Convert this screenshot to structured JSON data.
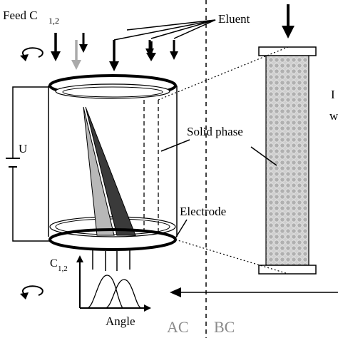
{
  "labels": {
    "feed": "Feed C",
    "feed_sub": "1,2",
    "eluent": "Eluent",
    "solid_phase": "Solid phase",
    "voltage": "U",
    "electrode": "Electrode",
    "conc": "C",
    "conc_sub": "1,2",
    "angle": "Angle",
    "ac": "AC",
    "bc": "BC",
    "cut_right_1": "I",
    "cut_right_2": "w"
  },
  "colors": {
    "ink": "#000000",
    "gray_arrow": "#aaaaaa",
    "light_band": "#b8b8b8",
    "dark_band": "#3a3a3a",
    "column_fill": "#d0d0d0",
    "section_label": "#8a8a8a"
  },
  "icons": {
    "rotation_top": "rotate-arrow-icon",
    "rotation_bottom": "rotate-arrow-icon"
  }
}
